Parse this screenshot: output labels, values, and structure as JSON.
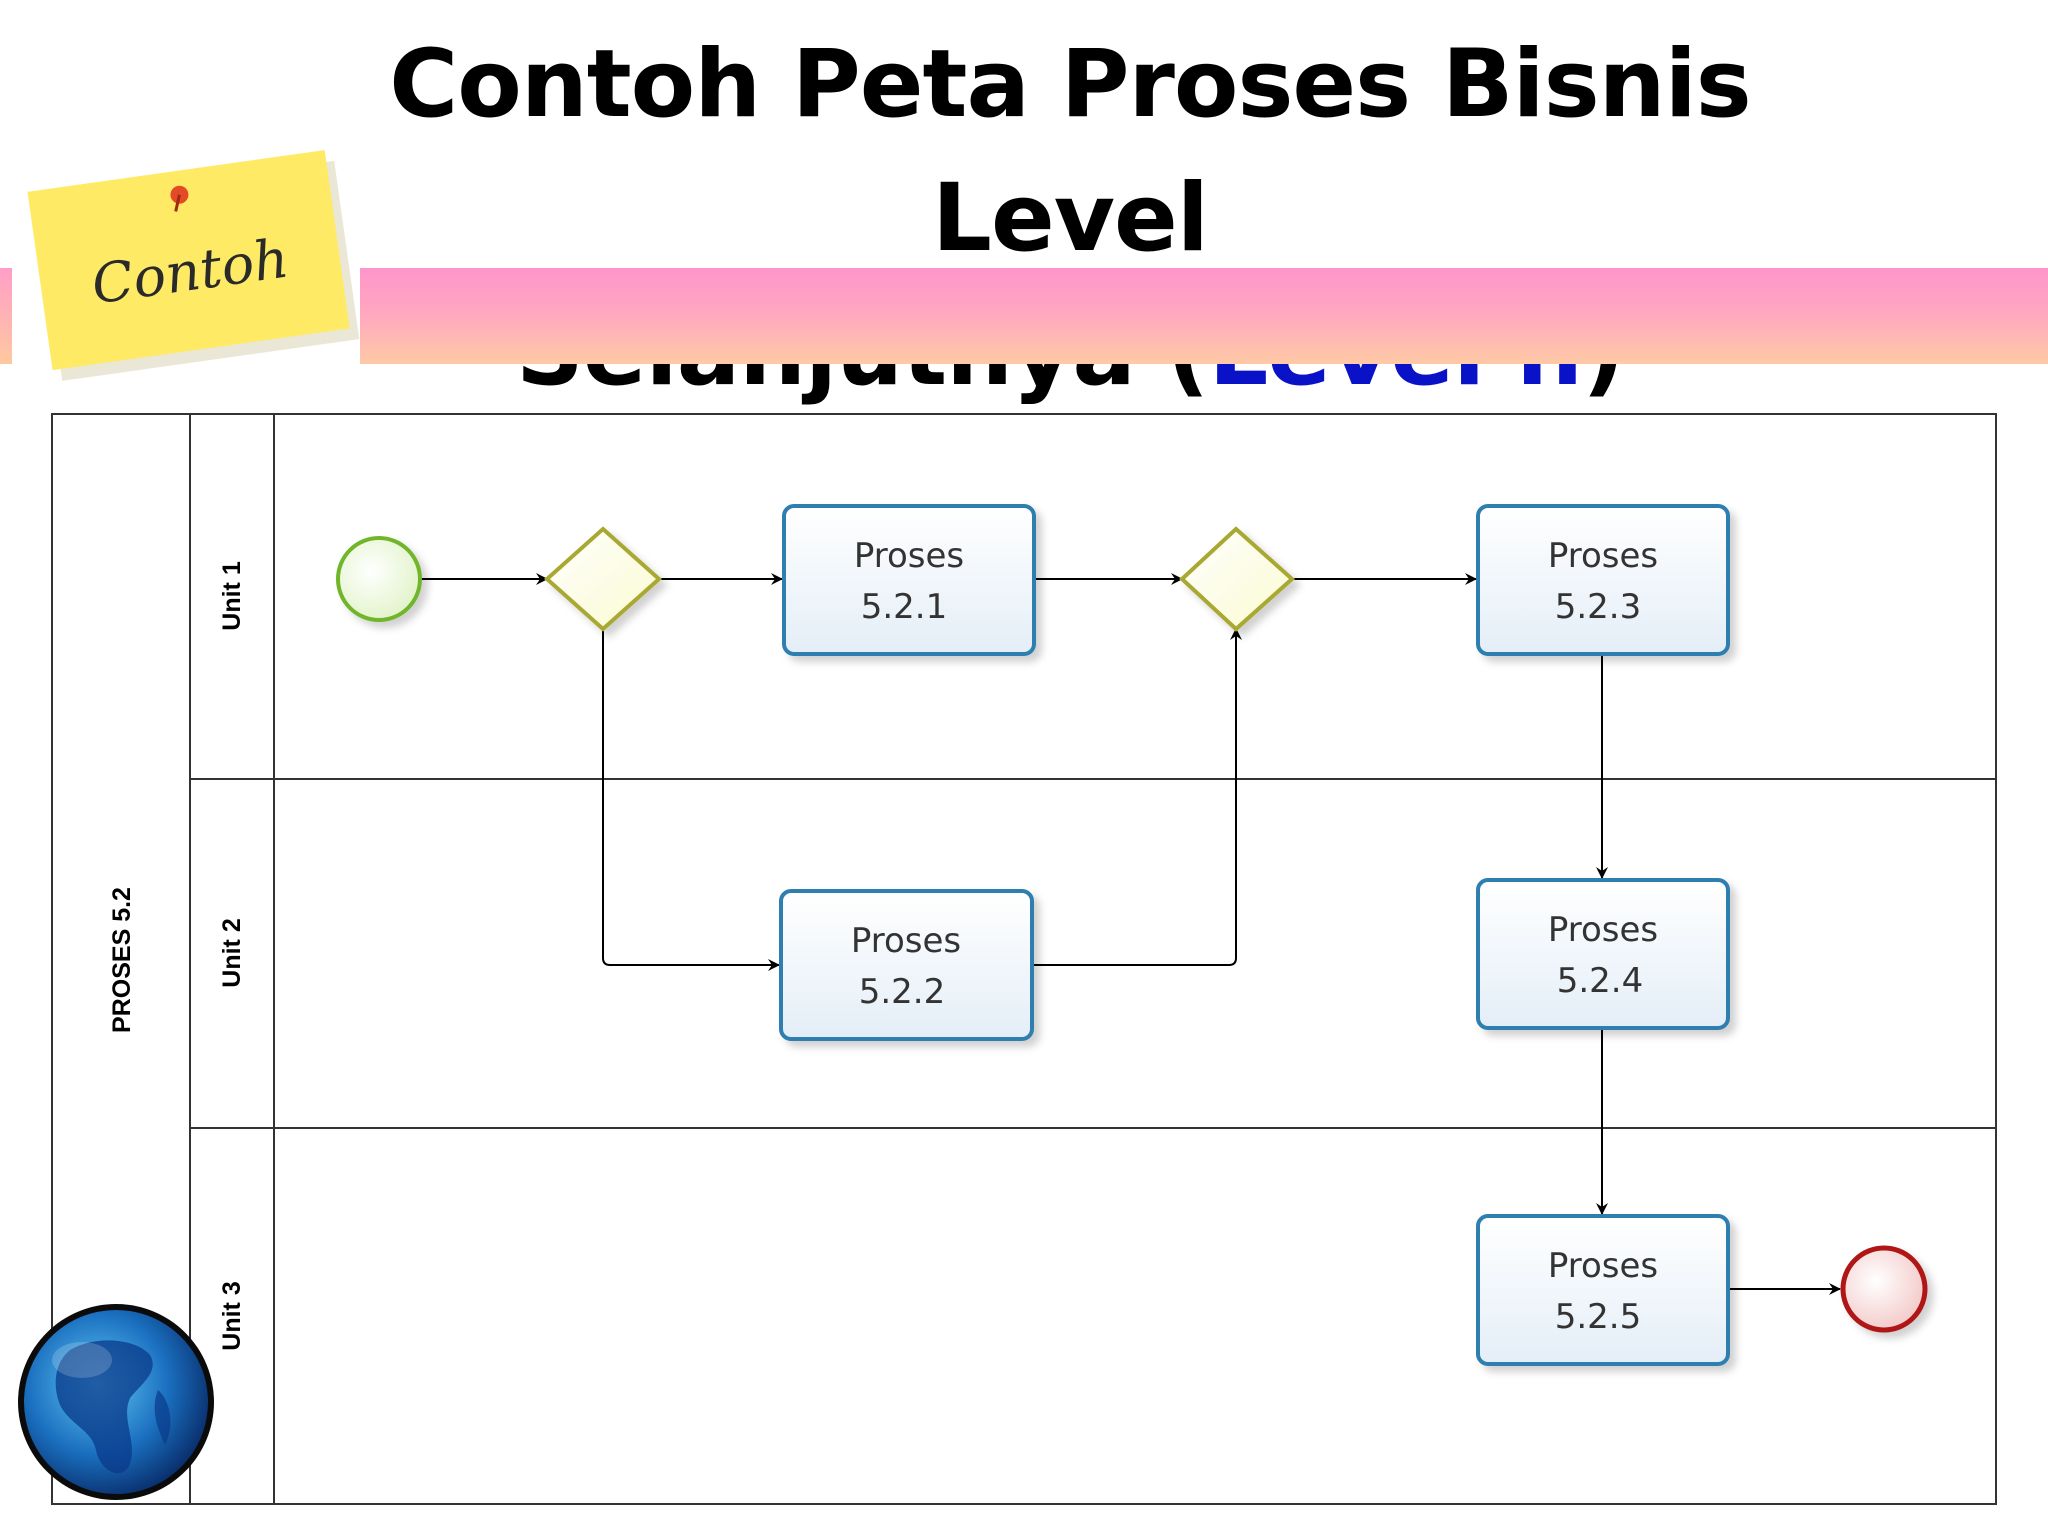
{
  "slide": {
    "title_line1": "Contoh Peta Proses Bisnis Level",
    "title_line2_prefix": "Selanjutnya (",
    "title_line2_accent": "Level n",
    "title_line2_suffix": ")",
    "accent_color": "#0a12c8",
    "note_label": "Contoh"
  },
  "pool": {
    "label": "PROSES 5.2",
    "lanes": [
      {
        "label": "Unit 1"
      },
      {
        "label": "Unit 2"
      },
      {
        "label": "Unit 3"
      }
    ]
  },
  "tasks": [
    {
      "line1": "Proses",
      "line2": "5.2.1"
    },
    {
      "line1": "Proses",
      "line2": "5.2.2"
    },
    {
      "line1": "Proses",
      "line2": "5.2.3"
    },
    {
      "line1": "Proses",
      "line2": "5.2.4"
    },
    {
      "line1": "Proses",
      "line2": "5.2.5"
    }
  ],
  "colors": {
    "start_event": "#6fb52b",
    "end_event": "#b01818",
    "gateway": "#a8a830",
    "task_border": "#2e7fb0"
  },
  "icons": [
    "sticky-note-icon",
    "globe-icon"
  ]
}
